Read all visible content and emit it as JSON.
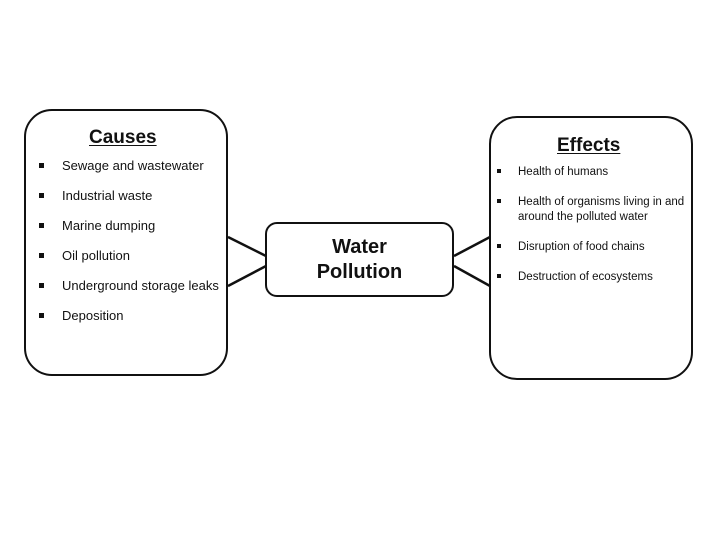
{
  "center": {
    "line1": "Water",
    "line2": "Pollution"
  },
  "causes": {
    "title": "Causes",
    "items": [
      "Sewage and wastewater",
      "Industrial waste",
      "Marine dumping",
      "Oil pollution",
      "Underground storage leaks",
      "Deposition"
    ]
  },
  "effects": {
    "title": "Effects",
    "items": [
      "Health of humans",
      "Health of organisms living in and around the polluted water",
      "Disruption of food chains",
      "Destruction of ecosystems"
    ]
  },
  "colors": {
    "stroke": "#111111",
    "background": "#ffffff"
  }
}
